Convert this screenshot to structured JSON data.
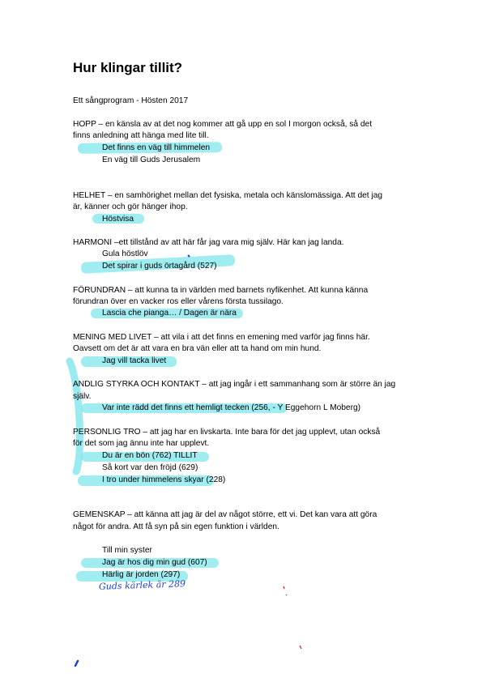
{
  "title": "Hur klingar tillit?",
  "subtitle": "Ett sångprogram - Hösten 2017",
  "sections": [
    {
      "lines": [
        "HOPP – en känsla av at det nog kommer att gå upp en sol I morgon också, så det",
        "finns anledning att hänga med lite till."
      ],
      "songs": [
        "Det finns en väg till himmelen",
        "En väg till Guds Jerusalem"
      ]
    },
    {
      "lines": [
        "HELHET – en samhörighet mellan det fysiska, metala och känslomässiga. Att det jag",
        "är, känner och gör hänger ihop."
      ],
      "songs": [
        "Höstvisa"
      ]
    },
    {
      "lines": [
        "HARMONI –ett tillstånd av att här får jag vara mig själv. Här kan jag landa."
      ],
      "songs": [
        "Gula höstlöv",
        "Det spirar i guds örtagård (527)"
      ]
    },
    {
      "lines": [
        "FÖRUNDRAN – att kunna ta in världen med barnets nyfikenhet. Att kunna känna",
        "förundran över en vacker ros eller vårens första tussilago."
      ],
      "songs": [
        "Lascia che pianga… / Dagen är nära"
      ]
    },
    {
      "lines": [
        "MENING MED LIVET – att vila i att det finns en emening med varför jag finns här.",
        "Oavsett om det är att vara en bra vän eller att ta hand om min hund."
      ],
      "songs": [
        "Jag vill tacka livet"
      ]
    },
    {
      "lines": [
        "ANDLIG STYRKA OCH KONTAKT – att jag ingår i ett sammanhang som är större än jag",
        "själv."
      ],
      "songs": [
        "Var inte rädd det finns ett hemligt tecken (256, - Y Eggehorn L Moberg)"
      ]
    },
    {
      "lines": [
        "PERSONLIG TRO – att jag har en livskarta. Inte bara för det jag upplevt, utan också",
        "för det som jag ännu inte har upplevt."
      ],
      "songs": [
        "Du är en bön (762) TILLIT",
        "Så kort var den fröjd (629)",
        "I tro under himmelens skyar (228)"
      ]
    },
    {
      "lines": [
        "GEMENSKAP – att känna att jag är del av något större, ett vi. Det kan vara att göra",
        "något för andra. Att få syn på sin egen funktion i världen."
      ],
      "songs": [
        "Till min syster",
        "Jag är hos dig min gud (607)",
        "Härlig är jorden (297)"
      ]
    }
  ],
  "handwritten_note": "Guds kärlek är 289",
  "colors": {
    "highlighter": "#7fe6ec",
    "pen": "#1a3fd0",
    "red_mark": "#d0201a"
  }
}
